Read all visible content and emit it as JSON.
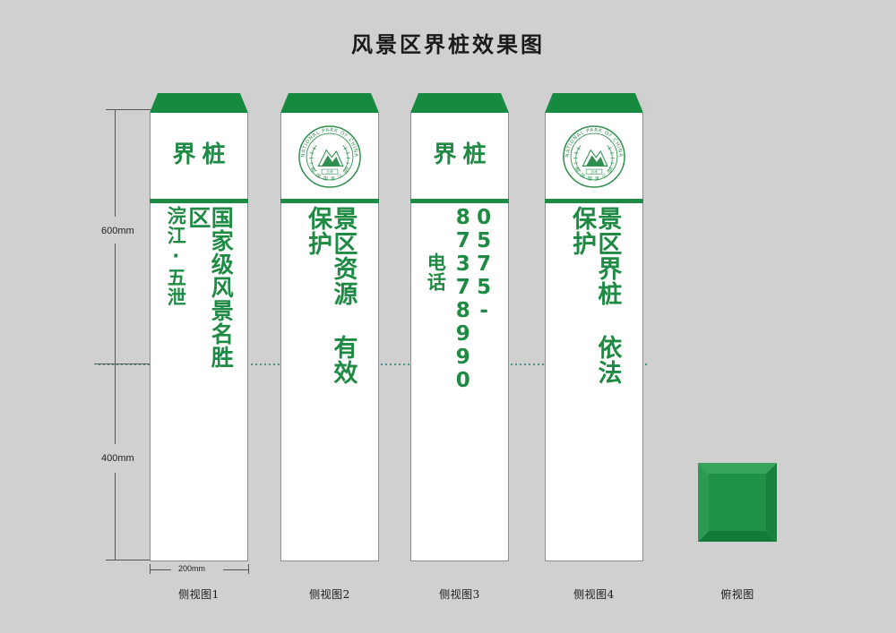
{
  "page": {
    "title": "风景区界桩效果图",
    "background_color": "#d0d0d0",
    "accent_green": "#1f8a43",
    "cap_green": "#168a3f"
  },
  "dimensions": {
    "height_upper": "600mm",
    "height_lower": "400mm",
    "width": "200mm"
  },
  "emblem": {
    "outer_text": "NATIONAL PARK OF CHINA",
    "inner_text": "中国国家公园",
    "name": "national-park-emblem"
  },
  "pillars": [
    {
      "id": "side-view-1",
      "caption": "侧视图1",
      "header_type": "text",
      "header_text": "界桩",
      "body_columns": [
        "国家级风景名胜区",
        "浣江·五泄"
      ],
      "column_style": [
        "big",
        "med"
      ]
    },
    {
      "id": "side-view-2",
      "caption": "侧视图2",
      "header_type": "emblem",
      "header_text": "",
      "body_columns": [
        "景区资源 有效保护"
      ],
      "column_style": [
        "wide"
      ]
    },
    {
      "id": "side-view-3",
      "caption": "侧视图3",
      "header_type": "text",
      "header_text": "界桩",
      "body_columns": [
        "0575-87378990",
        "电话"
      ],
      "column_style": [
        "phone",
        "med"
      ]
    },
    {
      "id": "side-view-4",
      "caption": "侧视图4",
      "header_type": "emblem",
      "header_text": "",
      "body_columns": [
        "景区界桩 依法保护"
      ],
      "column_style": [
        "wide"
      ]
    }
  ],
  "topview": {
    "caption": "俯视图",
    "fill_color": "#1f9246",
    "bevel_light": "#3aa95e",
    "bevel_dark": "#18763a"
  }
}
